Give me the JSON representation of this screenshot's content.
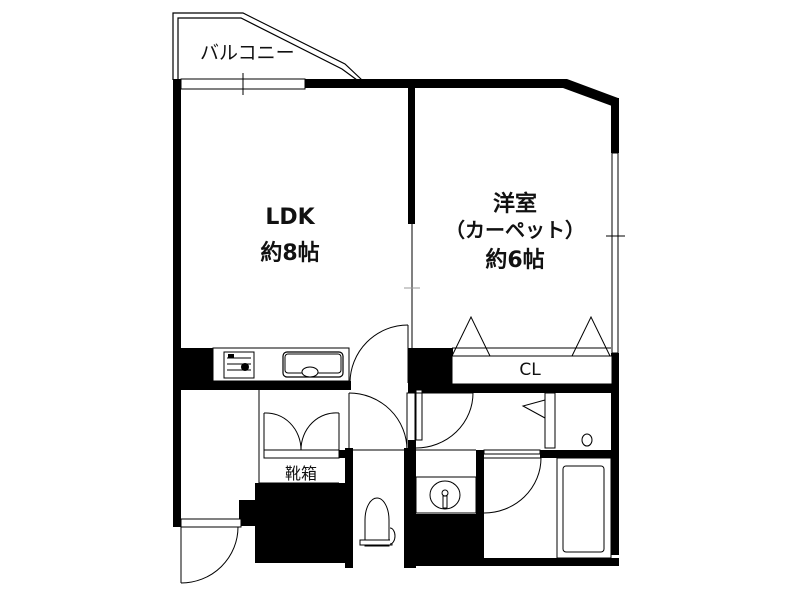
{
  "plan": {
    "type": "apartment-floor-plan",
    "colors": {
      "wall": "#000000",
      "line": "#000000",
      "background": "#ffffff"
    },
    "rooms": {
      "balcony": {
        "label": "バルコニー"
      },
      "ldk": {
        "name": "LDK",
        "size": "約8帖"
      },
      "western_room": {
        "name": "洋室",
        "floor": "（カーペット）",
        "size": "約6帖"
      },
      "closet": {
        "label": "CL"
      },
      "shoe_box": {
        "label": "靴箱"
      }
    },
    "fixtures": [
      "stove-icon",
      "kitchen-sink-icon",
      "toilet-icon",
      "washbasin-icon",
      "bathtub-icon"
    ]
  }
}
